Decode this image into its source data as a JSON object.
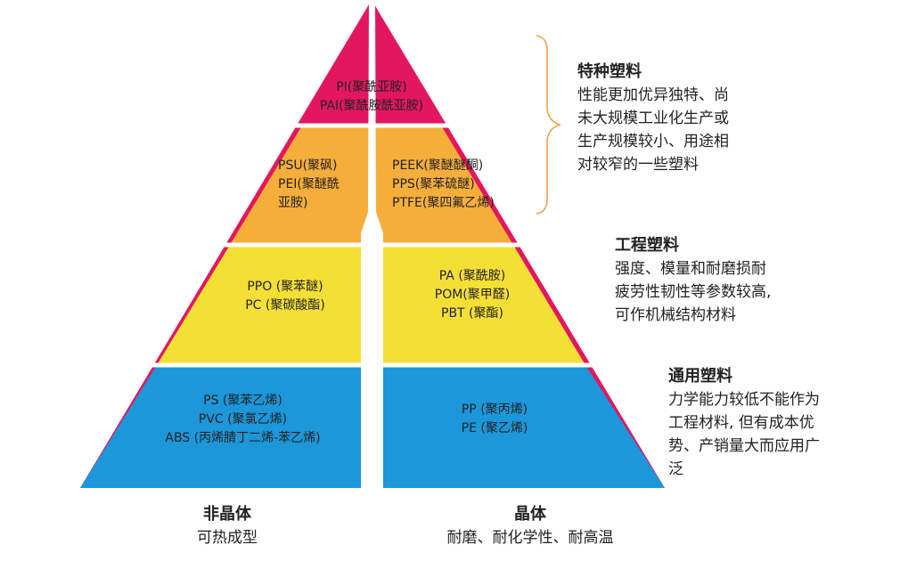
{
  "colors": {
    "tier_top": "#E3175E",
    "tier_upper": "#F6AE3B",
    "tier_middle": "#F4E035",
    "tier_bottom": "#1B97DA",
    "divider": "#ffffff",
    "brace": "#F5A04A"
  },
  "pyramid": {
    "top": [
      "PI(聚酰亚胺)",
      "PAI(聚酰胺酰亚胺)"
    ],
    "upper_left": [
      "PSU(聚砜)",
      "PEI(聚醚酰",
      "亚胺)"
    ],
    "upper_right": [
      "PEEK(聚醚醚酮)",
      "PPS(聚苯硫醚)",
      "PTFE(聚四氟乙烯)"
    ],
    "middle_left": [
      "PPO (聚苯醚)",
      "PC (聚碳酸酯)"
    ],
    "middle_right": [
      "PA (聚酰胺)",
      "POM(聚甲醛)",
      "PBT (聚酯)"
    ],
    "bottom_left": [
      "PS (聚苯乙烯)",
      "PVC (聚氯乙烯)",
      "ABS (丙烯腈丁二烯-苯乙烯)"
    ],
    "bottom_right": [
      "PP (聚丙烯)",
      "PE (聚乙烯)"
    ]
  },
  "descriptions": {
    "special": {
      "title": "特种塑料",
      "lines": [
        "性能更加优异独特、尚",
        "未大规模工业化生产或",
        "生产规模较小、用途相",
        "对较窄的一些塑料"
      ]
    },
    "engineering": {
      "title": "工程塑料",
      "lines": [
        "强度、模量和耐磨损耐",
        "疲劳性韧性等参数较高,",
        "可作机械结构材料"
      ]
    },
    "general": {
      "title": "通用塑料",
      "lines": [
        "力学能力较低不能作为",
        "工程材料, 但有成本优",
        "势、产销量大而应用广",
        "泛"
      ]
    }
  },
  "bottom": {
    "left": {
      "title": "非晶体",
      "subtitle": "可热成型"
    },
    "right": {
      "title": "晶体",
      "subtitle": "耐磨、耐化学性、耐高温"
    }
  }
}
